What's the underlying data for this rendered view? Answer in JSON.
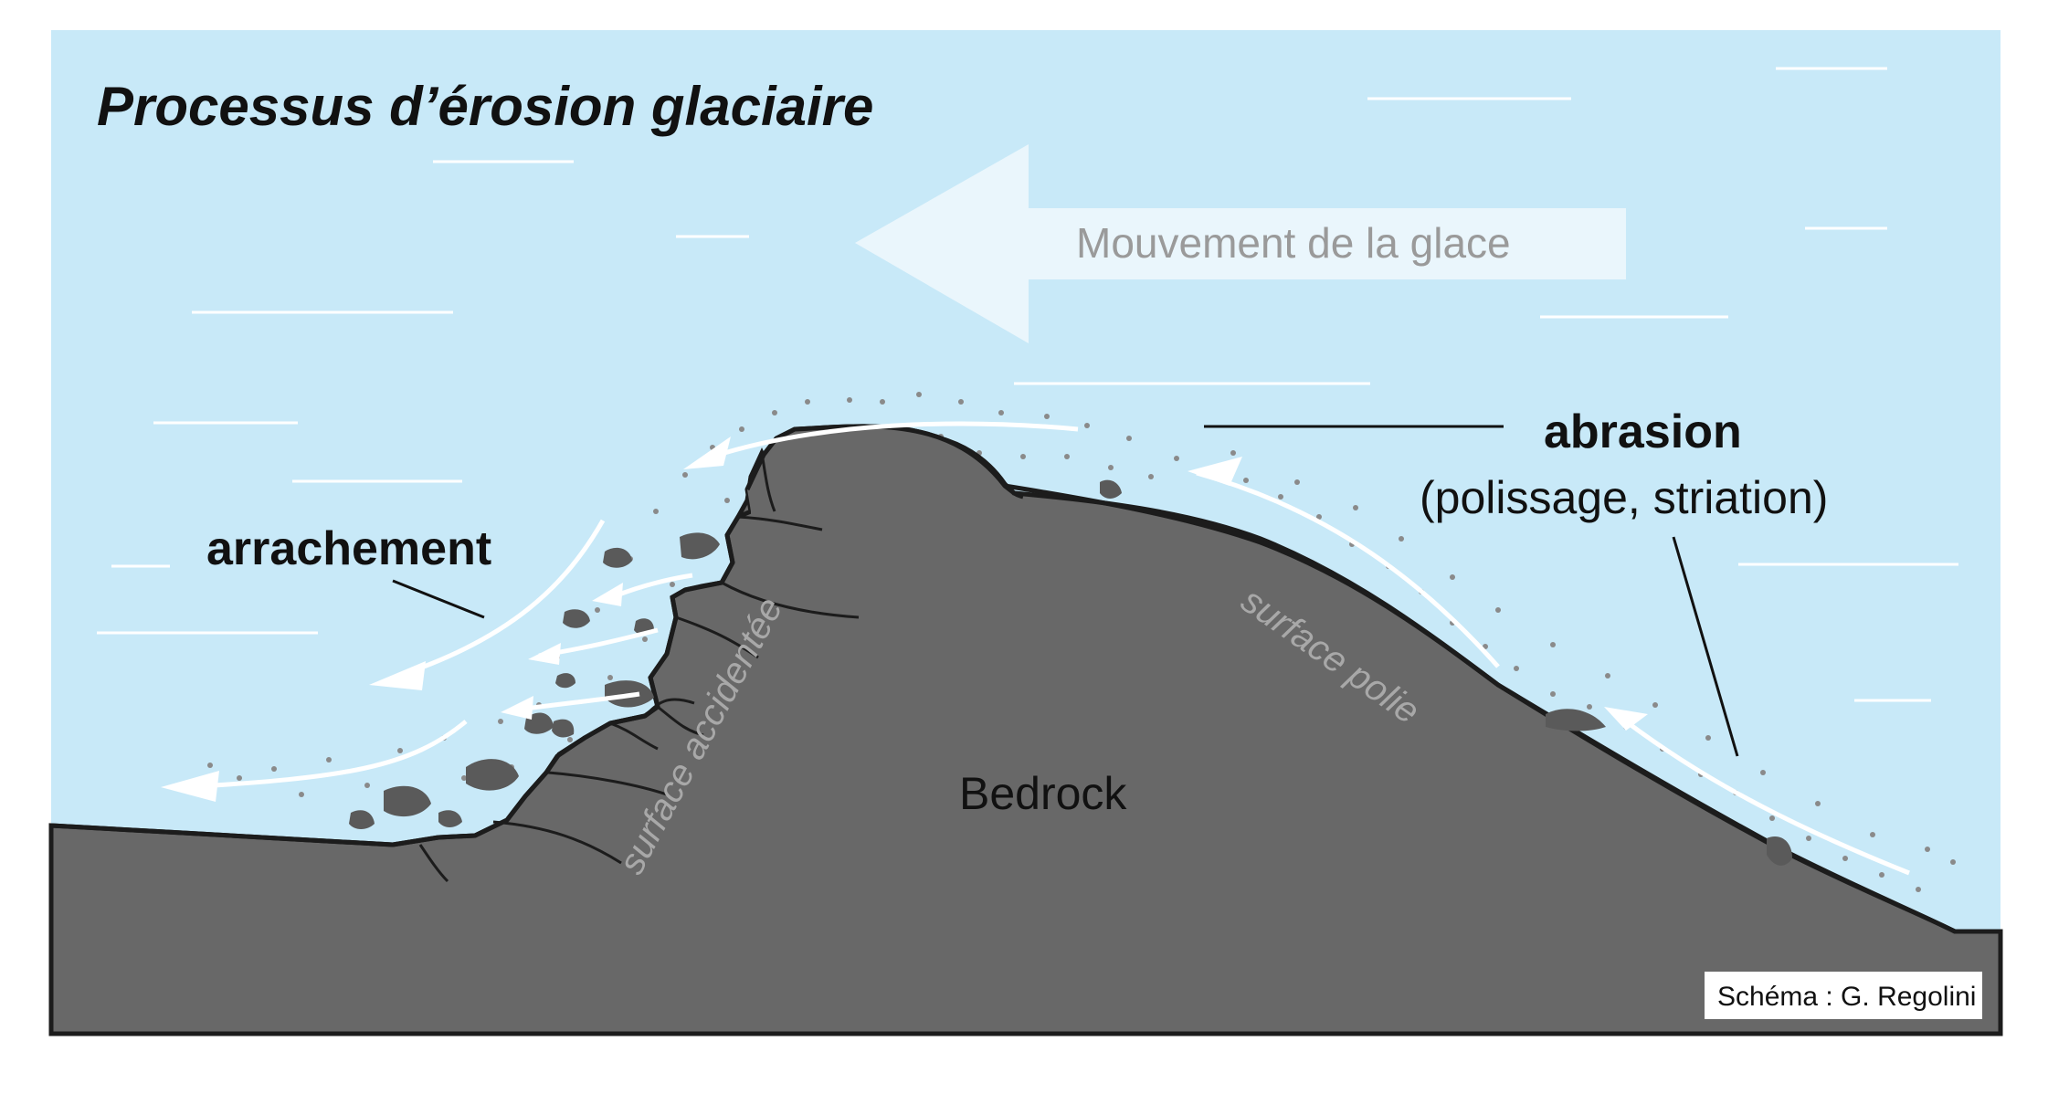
{
  "title": "Processus d’érosion glaciaire",
  "ice_flow": {
    "label": "Mouvement de la glace"
  },
  "bedrock": {
    "label": "Bedrock"
  },
  "annotations": {
    "arrachement": "arrachement",
    "abrasion": "abrasion",
    "abrasion_detail": "(polissage, striation)",
    "surface_rugged": "surface accidentée",
    "surface_polished": "surface polie"
  },
  "credit": "Schéma : G. Regolini",
  "colors": {
    "ice": "#c8e9f8",
    "bedrock": "#686868",
    "flow_arrow": "#eaf6fc",
    "debris": "#5a5a5a"
  }
}
